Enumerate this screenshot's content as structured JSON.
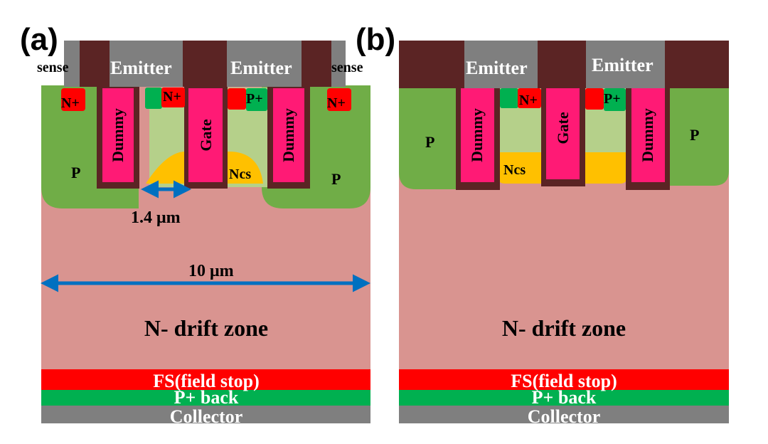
{
  "panels": {
    "a": {
      "label": "(a)",
      "sense_left": "sense",
      "sense_right": "sense",
      "emitter_1": "Emitter",
      "emitter_2": "Emitter",
      "n_plus_left": "N+",
      "n_plus_center": "N+",
      "p_plus": "P+",
      "n_plus_right": "N+",
      "dummy_left": "Dummy",
      "gate": "Gate",
      "dummy_right": "Dummy",
      "p_left": "P",
      "p_right": "P",
      "ncs": "Ncs",
      "dim_small": "1.4 μm",
      "dim_large": "10 μm",
      "drift": "N- drift zone",
      "fs": "FS(field stop)",
      "p_back": "P+ back",
      "collector": "Collector"
    },
    "b": {
      "label": "(b)",
      "emitter_1": "Emitter",
      "emitter_2": "Emitter",
      "n_plus_center": "N+",
      "p_plus": "P+",
      "dummy_left": "Dummy",
      "gate": "Gate",
      "dummy_right": "Dummy",
      "p_left": "P",
      "p_right": "P",
      "ncs": "Ncs",
      "drift": "N- drift zone",
      "fs": "FS(field stop)",
      "p_back": "P+ back",
      "collector": "Collector"
    }
  },
  "colors": {
    "drift": "#d99490",
    "p_well": "#70ad47",
    "p_channel": "#b5d08a",
    "ncs": "#ffc000",
    "trench_poly": "#ff1a75",
    "trench_oxide": "#5b2424",
    "metal": "#7f7f7f",
    "n_plus": "#ff0000",
    "p_plus": "#00b050",
    "field_stop": "#ff0000",
    "p_back": "#00b050",
    "collector": "#7f7f7f",
    "arrow": "#0070c0"
  }
}
